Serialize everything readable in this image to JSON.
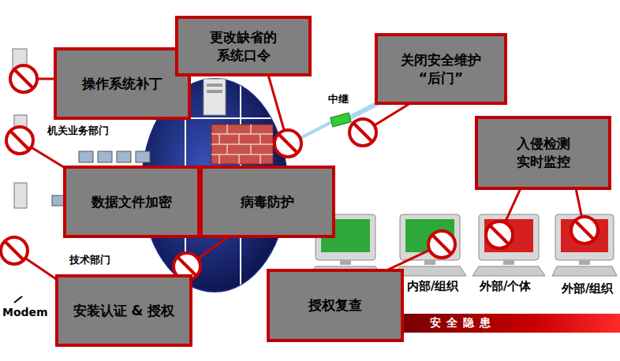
{
  "diagram": {
    "nodes": [
      {
        "text": [
          "操作系统补丁"
        ]
      },
      {
        "text": [
          "更改缺省的 系统口令"
        ]
      },
      {
        "text": [
          "关闭安全维护 “后门”"
        ]
      },
      {
        "text": [
          "入侵检测 实时监控"
        ]
      },
      {
        "text": [
          "数据文件加密"
        ]
      },
      {
        "text": [
          "病毒防护"
        ]
      },
      {
        "text": [
          "安装认证 & 授权"
        ]
      },
      {
        "text": [
          "授权复查"
        ]
      }
    ],
    "labels": [
      "机关业务部门",
      "技术部门",
      "Modem",
      "中继",
      "内部/组织",
      "外部/个体",
      "外部/组织",
      "安全隐患"
    ]
  }
}
